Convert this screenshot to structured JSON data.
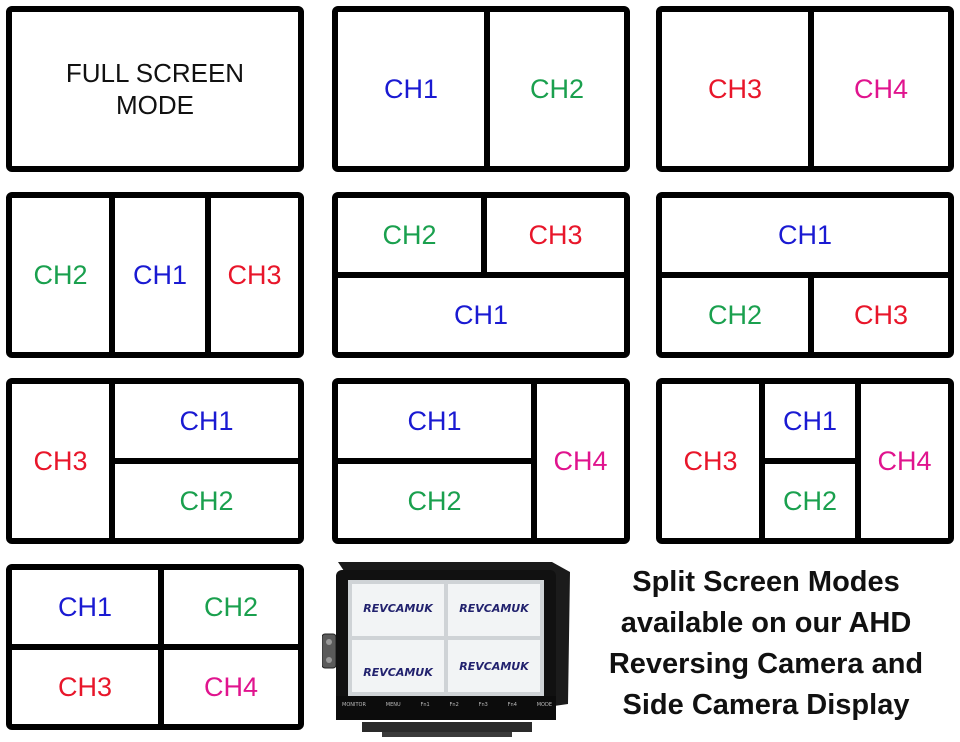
{
  "full_screen": {
    "line1": "FULL SCREEN",
    "line2": "MODE"
  },
  "labels": {
    "ch1": "CH1",
    "ch2": "CH2",
    "ch3": "CH3",
    "ch4": "CH4"
  },
  "colors": {
    "ch1": "#1a1ad2",
    "ch2": "#1aa04e",
    "ch3": "#e8162a",
    "ch4": "#e0148e"
  },
  "monitor": {
    "brand": "REVCAMUK",
    "buttons": [
      "MONITOR",
      "MENU",
      "Fn1",
      "Fn2",
      "Fn3",
      "Fn4",
      "MODE"
    ]
  },
  "caption": {
    "line1": "Split Screen Modes",
    "line2": "available on our AHD",
    "line3": "Reversing Camera and",
    "line4": "Side Camera Display"
  }
}
